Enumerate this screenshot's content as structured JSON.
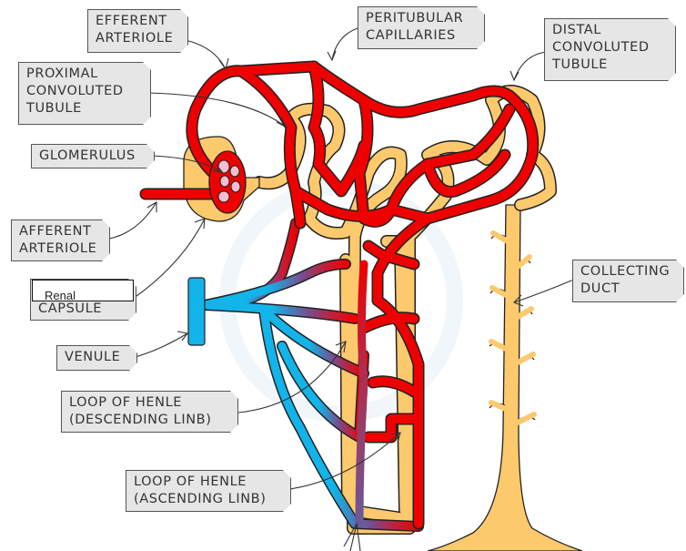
{
  "diagram": {
    "title": "Nephron and associated blood vessels",
    "colors": {
      "arterial_red": "#ee0000",
      "venous_blue": "#12b4ea",
      "tubule_yellow": "#fdc96d",
      "glomerulus_pink": "#f6bfd0",
      "label_fill": "#e6e6e6",
      "outline": "#222222"
    },
    "labels": {
      "efferent_arteriole": [
        "EFFERENT",
        "ARTERIOLE"
      ],
      "peritubular_capillaries": [
        "PERITUBULAR",
        "CAPILLARIES"
      ],
      "distal_convoluted_tubule": [
        "DISTAL",
        "CONVOLUTED",
        "TUBULE"
      ],
      "proximal_convoluted_tubule": [
        "PROXIMAL",
        "CONVOLUTED",
        "TUBULE"
      ],
      "glomerulus": [
        "GLOMERULUS"
      ],
      "afferent_arteriole": [
        "AFFERENT",
        "ARTERIOLE"
      ],
      "renal_capsule": [
        "CAPSULE"
      ],
      "renal_capsule_overlay": "Renal",
      "venule": [
        "VENULE"
      ],
      "collecting_duct": [
        "COLLECTING",
        "DUCT"
      ],
      "loop_descending": [
        "LOOP  OF  HENLE",
        "(DESCENDING  LINB)"
      ],
      "loop_ascending": [
        "LOOP  OF  HENLE",
        "(ASCENDING  LINB)"
      ]
    }
  }
}
